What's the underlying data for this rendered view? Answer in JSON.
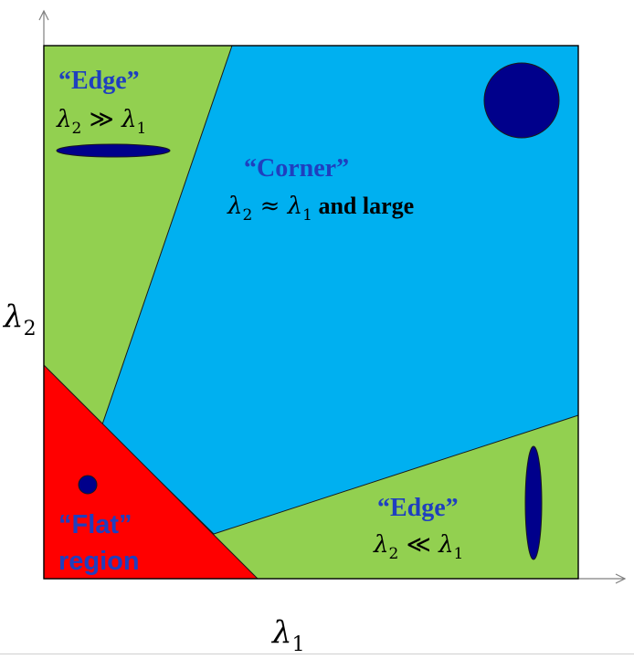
{
  "colors": {
    "edge_region": "#92d050",
    "corner_region": "#00b0f0",
    "flat_region": "#ff0000",
    "ellipse": "#00008b",
    "label_blue": "#1f3fbf",
    "label_dark": "#000000"
  },
  "axes": {
    "x_label": {
      "symbol": "λ",
      "sub": "1"
    },
    "y_label": {
      "symbol": "λ",
      "sub": "2"
    }
  },
  "regions": {
    "edge_top": {
      "title": "“Edge”",
      "condition": {
        "a": "λ",
        "a_sub": "2",
        "op": " ≫ ",
        "b": "λ",
        "b_sub": "1"
      }
    },
    "corner": {
      "title": "“Corner”",
      "condition": {
        "a": "λ",
        "a_sub": "2",
        "op": " ≈ ",
        "b": "λ",
        "b_sub": "1",
        "suffix": " and large"
      }
    },
    "edge_bottom": {
      "title": "“Edge”",
      "condition": {
        "a": "λ",
        "a_sub": "2",
        "op": " ≪ ",
        "b": "λ",
        "b_sub": "1"
      }
    },
    "flat": {
      "title_line1": "“Flat”",
      "title_line2": "region"
    }
  }
}
